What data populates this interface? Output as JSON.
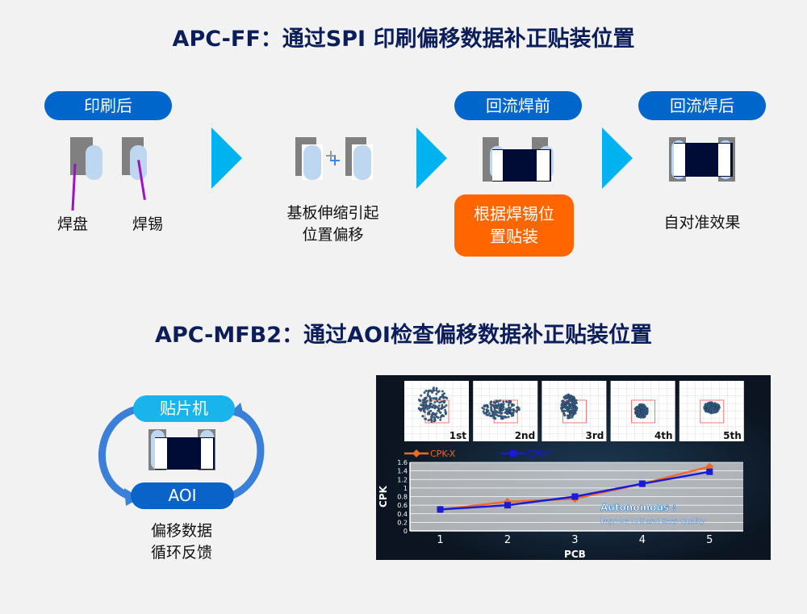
{
  "titles": {
    "top": "APC-FF：通过SPI 印刷偏移数据补正贴装位置",
    "bottom": "APC-MFB2：通过AOI检查偏移数据补正贴装位置"
  },
  "flow": {
    "step1": {
      "label": "印刷后",
      "pad_label": "焊盘",
      "solder_label": "焊锡"
    },
    "step2": {
      "text1": "基板伸缩引起",
      "text2": "位置偏移"
    },
    "step3": {
      "label": "回流焊前",
      "action1": "根据焊锡位",
      "action2": "置贴装"
    },
    "step4": {
      "label": "回流焊后",
      "text": "自对准效果"
    }
  },
  "loop": {
    "top": "贴片机",
    "bottom": "AOI",
    "text1": "偏移数据",
    "text2": "循环反馈"
  },
  "colors": {
    "pill": "#0066cc",
    "arrow": "#00b2ee",
    "orange": "#ff6600",
    "cpkx": "#f26a21",
    "cpky": "#1a1adb"
  },
  "scatter_labels": [
    "1st",
    "2nd",
    "3rd",
    "4th",
    "5th"
  ],
  "chart_data": {
    "type": "line",
    "x": [
      1,
      2,
      3,
      4,
      5
    ],
    "series": [
      {
        "name": "CPK-X",
        "values": [
          0.5,
          0.68,
          0.75,
          1.1,
          1.5
        ]
      },
      {
        "name": "CPK-Y",
        "values": [
          0.5,
          0.6,
          0.8,
          1.1,
          1.38
        ]
      }
    ],
    "xlabel": "PCB",
    "ylabel": "CPK",
    "ylim": [
      0,
      1.6
    ],
    "yticks": [
      "0",
      "0.2",
      "0.4",
      "0.6",
      "0.8",
      "1",
      "1.2",
      "1.4",
      "1.6"
    ],
    "xticks": [
      "1",
      "2",
      "3",
      "4",
      "5"
    ],
    "legend": "top-left",
    "annotation_title": "Autonomous :",
    "annotation_sub": "Improve CPK and Keep Quality"
  }
}
